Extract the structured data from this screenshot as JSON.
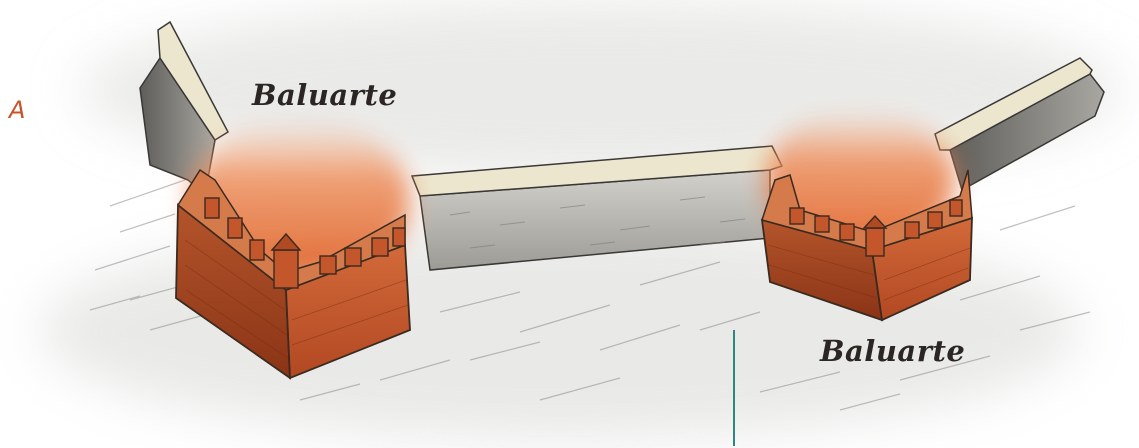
{
  "figure": {
    "panel_letter": "A",
    "bastion_left_label": "Baluarte",
    "bastion_right_label": "Baluarte"
  },
  "colors": {
    "brick": "#c4562c",
    "brick_dark": "#8f3414",
    "stone": "#b9b7b2",
    "stone_dark": "#6d6b67",
    "parapet": "#ece6cf",
    "glow": "#e0622a",
    "pointer": "#2f8680",
    "label": "#2b2624",
    "panel_letter": "#c8532a"
  }
}
